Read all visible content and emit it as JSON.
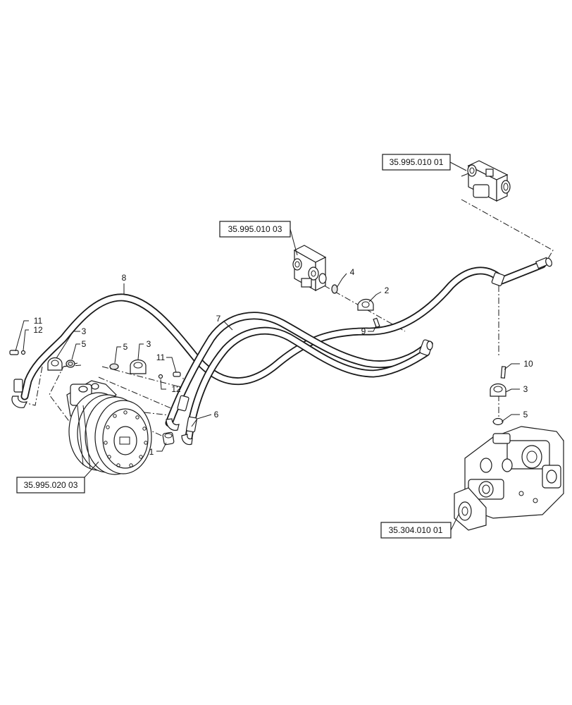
{
  "references": {
    "ref_valve_top": "35.995.010 01",
    "ref_valve_mid": "35.995.010 03",
    "ref_motor": "35.995.020 03",
    "ref_pump": "35.304.010 01"
  },
  "callouts": {
    "n1": "1",
    "n2": "2",
    "n3a": "3",
    "n3b": "3",
    "n3c": "3",
    "n4": "4",
    "n5a": "5",
    "n5b": "5",
    "n5c": "5",
    "n6": "6",
    "n7": "7",
    "n8": "8",
    "n9": "9",
    "n10": "10",
    "n11a": "11",
    "n11b": "11",
    "n12a": "12",
    "n12b": "12"
  },
  "colors": {
    "line": "#1a1a1a",
    "background": "#ffffff"
  }
}
